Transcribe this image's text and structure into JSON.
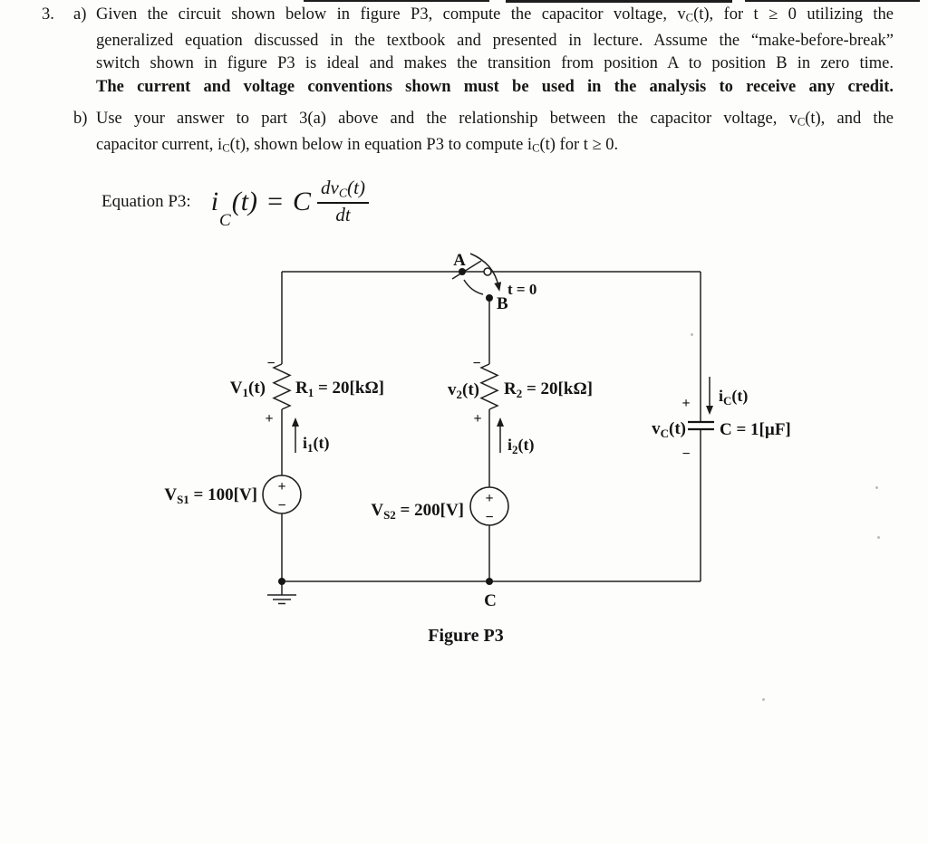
{
  "problem": {
    "number": "3.",
    "parts": [
      {
        "label": "a)",
        "lines": [
          {
            "segs": [
              {
                "t": "Given the circuit shown below in figure P3, compute the capacitor voltage, v"
              },
              {
                "t": "C",
                "s": "sub"
              },
              {
                "t": "(t), for t ≥ 0 utilizing the"
              }
            ]
          },
          {
            "segs": [
              {
                "t": "generalized equation discussed in the textbook and presented in lecture. Assume the “make-before-break”"
              }
            ]
          },
          {
            "segs": [
              {
                "t": "switch shown in figure P3 is ideal and makes the transition from position A to position B in zero time."
              }
            ]
          },
          {
            "segs": [
              {
                "t": "The current and voltage conventions shown must be used in the analysis to receive any credit.",
                "s": "b"
              }
            ]
          }
        ]
      },
      {
        "label": "b)",
        "lines": [
          {
            "segs": [
              {
                "t": "Use your answer to part 3(a) above and the relationship between the capacitor voltage, v"
              },
              {
                "t": "C",
                "s": "sub"
              },
              {
                "t": "(t), and the"
              }
            ]
          },
          {
            "noj": true,
            "segs": [
              {
                "t": "capacitor current, i"
              },
              {
                "t": "C",
                "s": "sub"
              },
              {
                "t": "(t), shown below in equation P3 to compute i"
              },
              {
                "t": "C",
                "s": "sub"
              },
              {
                "t": "(t) for t ≥ 0."
              }
            ]
          }
        ]
      }
    ]
  },
  "equation": {
    "label": "Equation P3:",
    "i": "i",
    "i_sub": "C",
    "i_arg": "(t)",
    "eq": "=",
    "cap": "C",
    "num_pre": "dv",
    "num_sub": "C",
    "num_post": "(t)",
    "den": "dt"
  },
  "circuit": {
    "node_a": "A",
    "node_b": "B",
    "node_c": "C",
    "switch_time": "t = 0",
    "plus": "+",
    "minus": "−",
    "v1": {
      "pre": "V",
      "sub": "1",
      "post": "(t)"
    },
    "r1": {
      "pre": "R",
      "sub": "1",
      "post": " = 20[kΩ]"
    },
    "i1": {
      "pre": "i",
      "sub": "1",
      "post": "(t)"
    },
    "v2": {
      "pre": "v",
      "sub": "2",
      "post": "(t)"
    },
    "r2": {
      "pre": "R",
      "sub": "2",
      "post": " = 20[kΩ]"
    },
    "i2": {
      "pre": "i",
      "sub": "2",
      "post": "(t)"
    },
    "vs1": {
      "pre": "V",
      "sub": "S1",
      "post": " = 100[V]"
    },
    "vs2": {
      "pre": "V",
      "sub": "S2",
      "post": " = 200[V]"
    },
    "ic": {
      "pre": "i",
      "sub": "C",
      "post": "(t)"
    },
    "vc": {
      "pre": "v",
      "sub": "C",
      "post": "(t)"
    },
    "cap_label": "C = 1[µF]",
    "caption": "Figure P3"
  }
}
